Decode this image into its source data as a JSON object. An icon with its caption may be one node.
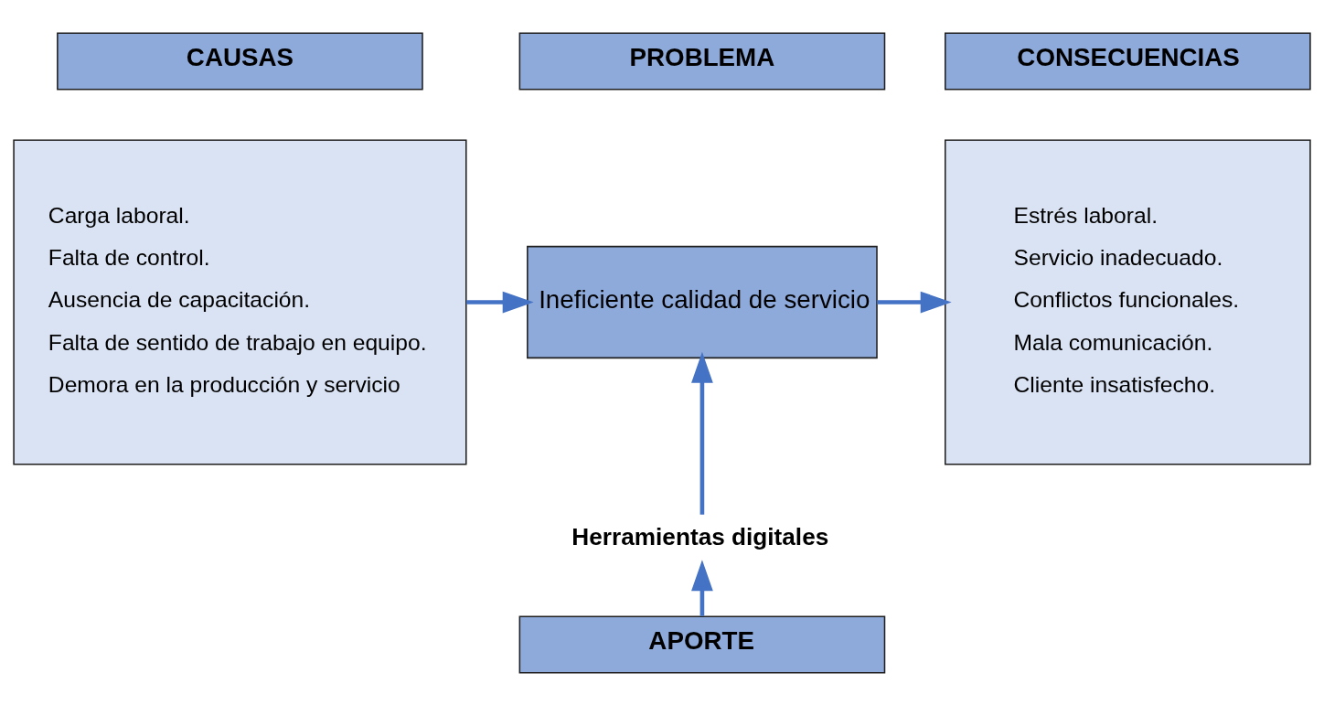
{
  "diagram": {
    "nodes": [
      {
        "text": [
          "CAUSAS"
        ]
      },
      {
        "text": [
          "PROBLEMA"
        ]
      },
      {
        "text": [
          "CONSECUENCIAS"
        ]
      },
      {
        "text": [
          "Carga laboral.",
          "Falta de control.",
          "Ausencia de capacitación.",
          "Falta de sentido de trabajo en equipo.",
          "Demora en la producción y servicio"
        ]
      },
      {
        "text": [
          "Ineficiente calidad de servicio"
        ]
      },
      {
        "text": [
          "Estrés laboral.",
          "Servicio inadecuado.",
          "Conflictos funcionales.",
          "Mala comunicación.",
          "Cliente insatisfecho."
        ]
      },
      {
        "text": [
          "Herramientas digitales"
        ]
      },
      {
        "text": [
          "APORTE"
        ]
      }
    ],
    "edges": [
      {
        "from": 3,
        "to": 4,
        "arrow": "to"
      },
      {
        "from": 4,
        "to": 5,
        "arrow": "to"
      },
      {
        "from": 6,
        "to": 4,
        "arrow": "to"
      },
      {
        "from": 7,
        "to": 6,
        "arrow": "to"
      }
    ]
  }
}
